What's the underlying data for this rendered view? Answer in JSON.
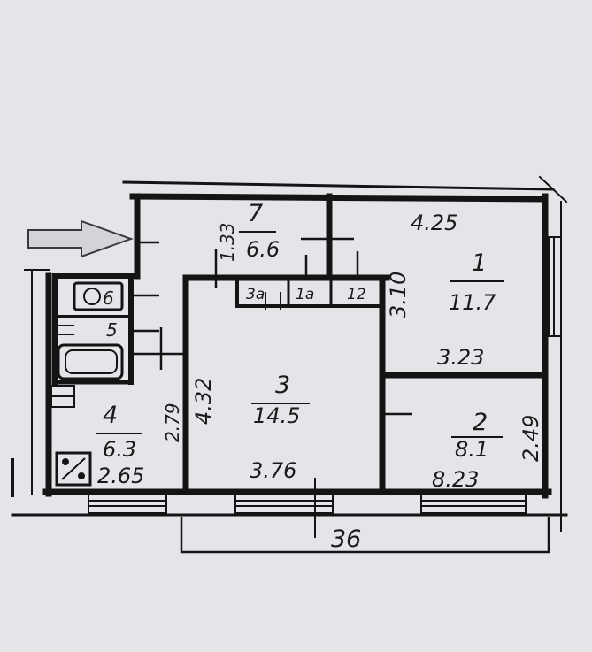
{
  "colors": {
    "paper": "#e4e5e8",
    "ink": "#141414",
    "arrow_fill": "#d3d4d7"
  },
  "rooms": {
    "r1": {
      "number": "1",
      "area": "11.7"
    },
    "r2": {
      "number": "2",
      "area": "8.1"
    },
    "r3": {
      "number": "3",
      "area": "14.5"
    },
    "r4": {
      "number": "4",
      "area": "6.3"
    },
    "r5": {
      "number": "5"
    },
    "r6": {
      "number": "6"
    },
    "r7": {
      "number": "7",
      "area": "6.6"
    },
    "r3a": {
      "number": "3a"
    },
    "closet_area": "1a",
    "closet_area2": "12"
  },
  "dimensions": {
    "room1_top": "4.25",
    "room1_bottom": "3.23",
    "room1_side": "3.10",
    "room2_bottom": "8.23",
    "room2_side": "2.49",
    "room3_bottom": "3.76",
    "room3_side": "4.32",
    "room4_bottom": "2.65",
    "room4_side": "2.79",
    "room7_side": "1.33",
    "overall": "36"
  },
  "icons": {
    "entrance": "entrance-arrow-icon",
    "stove": "stove-icon"
  }
}
